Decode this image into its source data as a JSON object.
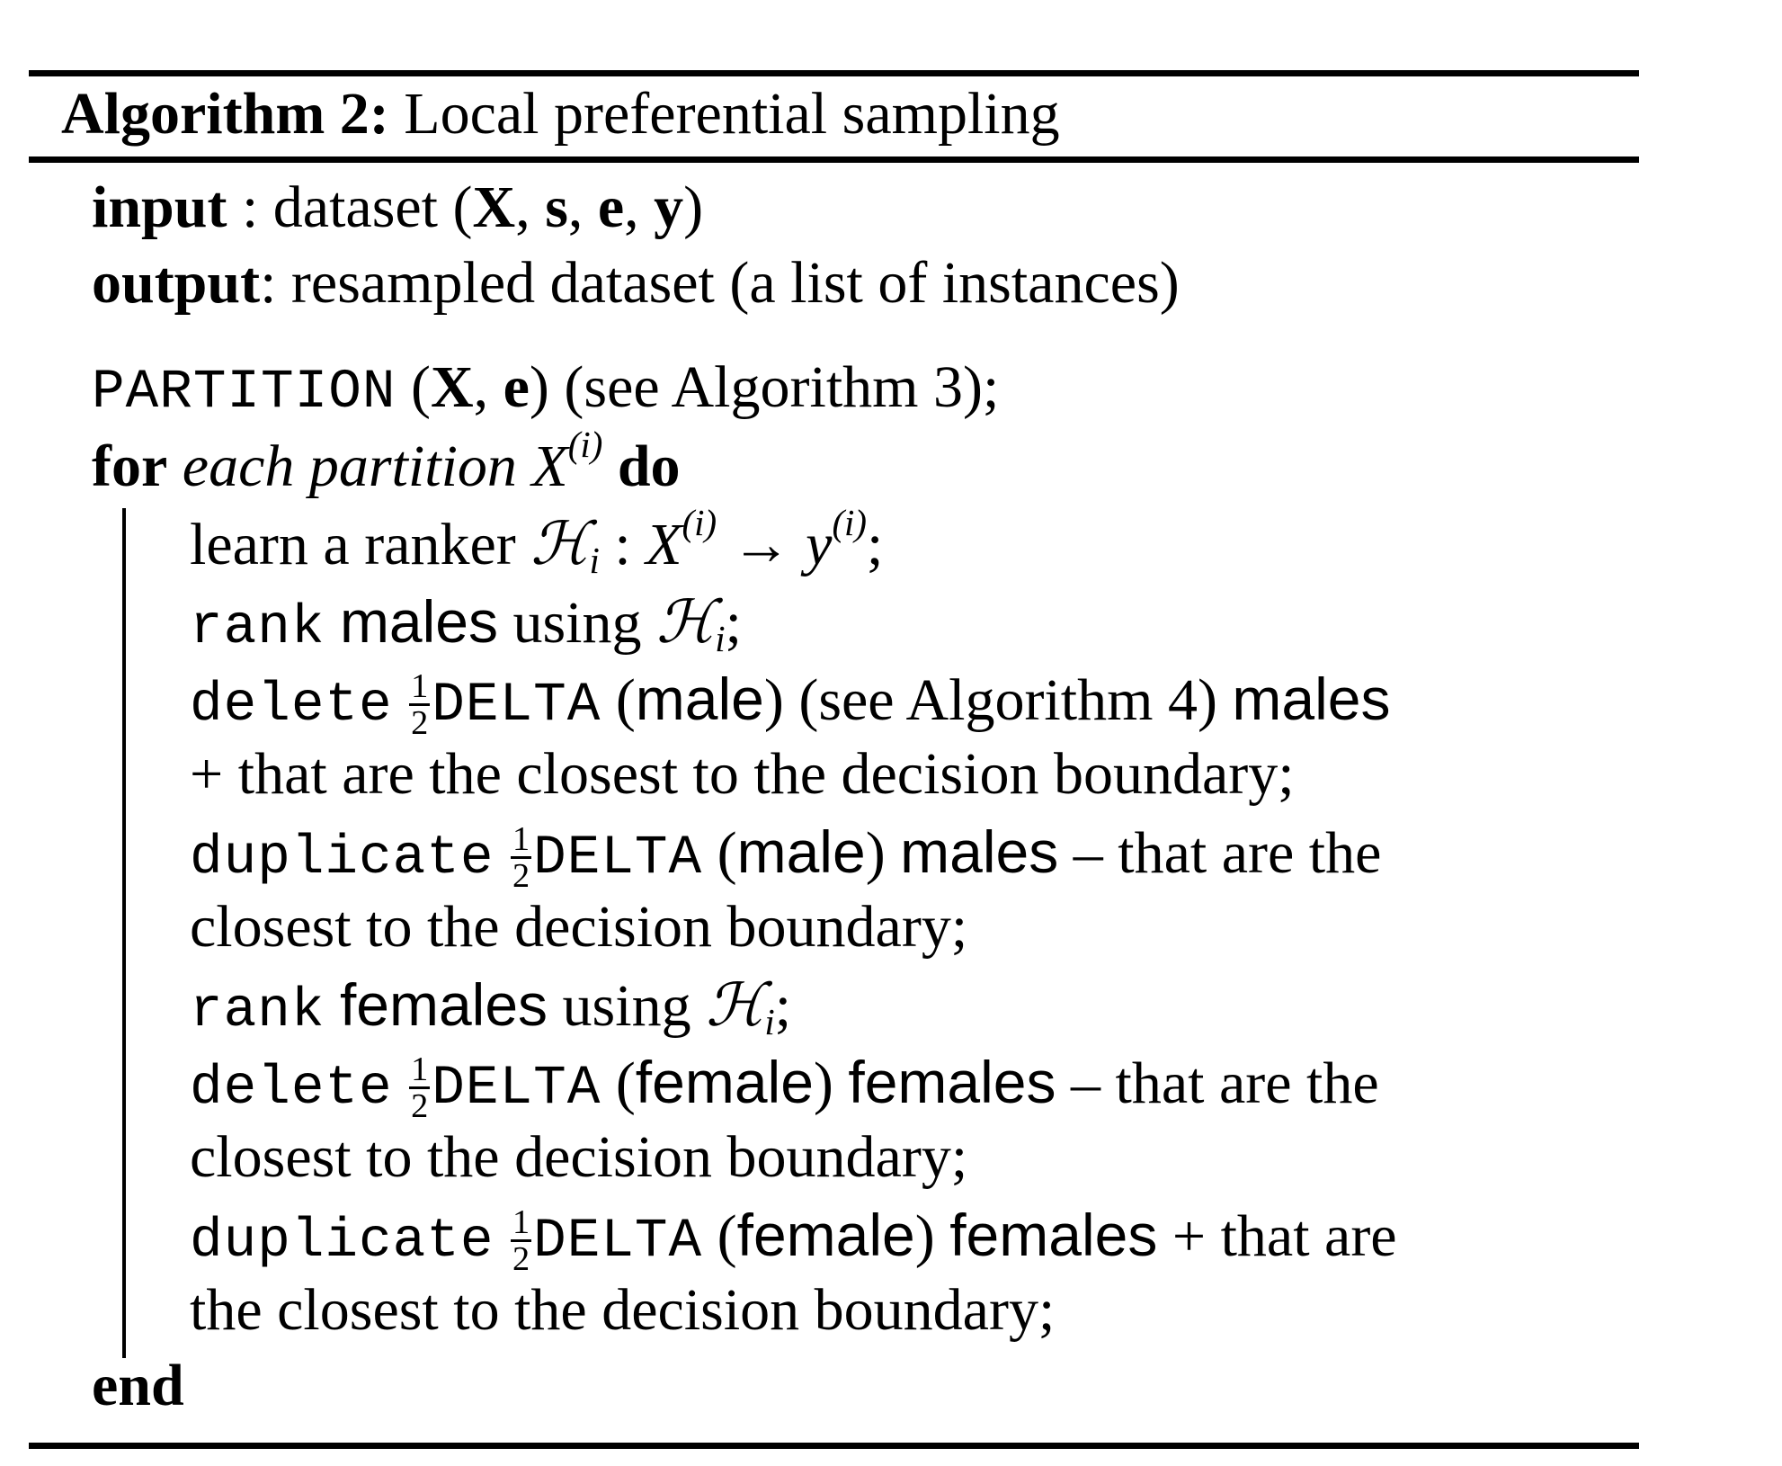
{
  "algorithm": {
    "label": "Algorithm 2:",
    "title": "Local preferential sampling"
  },
  "io": {
    "input_kw": "input",
    "input_sep": " : ",
    "input_text": "dataset ",
    "output_kw": "output",
    "output_sep": ": ",
    "output_text": "resampled dataset (a list of instances)"
  },
  "math": {
    "X": "X",
    "s": "s",
    "e": "e",
    "y": "y",
    "Xi": "X",
    "yi": "y",
    "sup_i": "(i)",
    "H": "ℋ",
    "sub_i": "i",
    "half_num": "1",
    "half_den": "2",
    "arrow": "→",
    "colon": ":"
  },
  "body": {
    "partition_fn": "PARTITION",
    "partition_rest": " (see Algorithm 3);",
    "for_kw": "for",
    "for_text": "each partition",
    "do_kw": "do",
    "l1_text": "learn a ranker",
    "rank_kw": "rank",
    "delete_kw": "delete",
    "duplicate_kw": "duplicate",
    "delta_fn": "DELTA",
    "males": "males",
    "male_arg": "male",
    "females": "females",
    "female_arg": "female",
    "using": " using ",
    "see_alg4": " (see Algorithm 4) ",
    "plus": "+",
    "minus": "–",
    "that_are_closest": " that are the closest to the decision boundary;",
    "that_are_the": " that are the",
    "that_are": " that are",
    "closest_cont": "closest to the decision boundary;",
    "the_closest_cont": "the closest to the decision boundary;",
    "end_kw": "end"
  }
}
